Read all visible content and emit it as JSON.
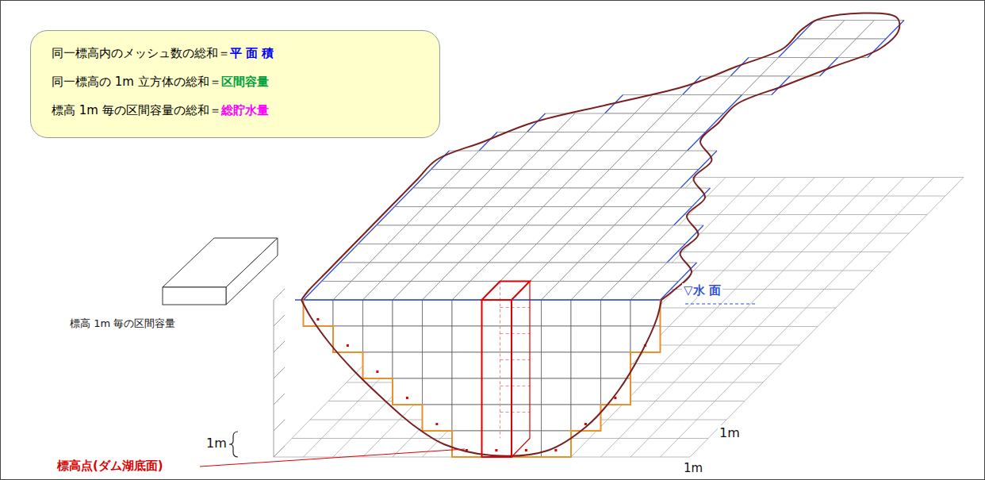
{
  "diagram": {
    "nodes": [
      {
        "text": [
          "同一標高内のメッシュ数の総和＝",
          "平 面 積",
          "同一標高の 1m 立方体の総和＝",
          "区間容量",
          "標高 1m 毎の区間容量の総和＝",
          "総貯水量"
        ]
      }
    ],
    "labels": [
      "標高 1m 毎の区間容量",
      "▽水 面",
      "1m",
      "1m",
      "1m",
      "標高点(ダム湖底面)"
    ]
  }
}
